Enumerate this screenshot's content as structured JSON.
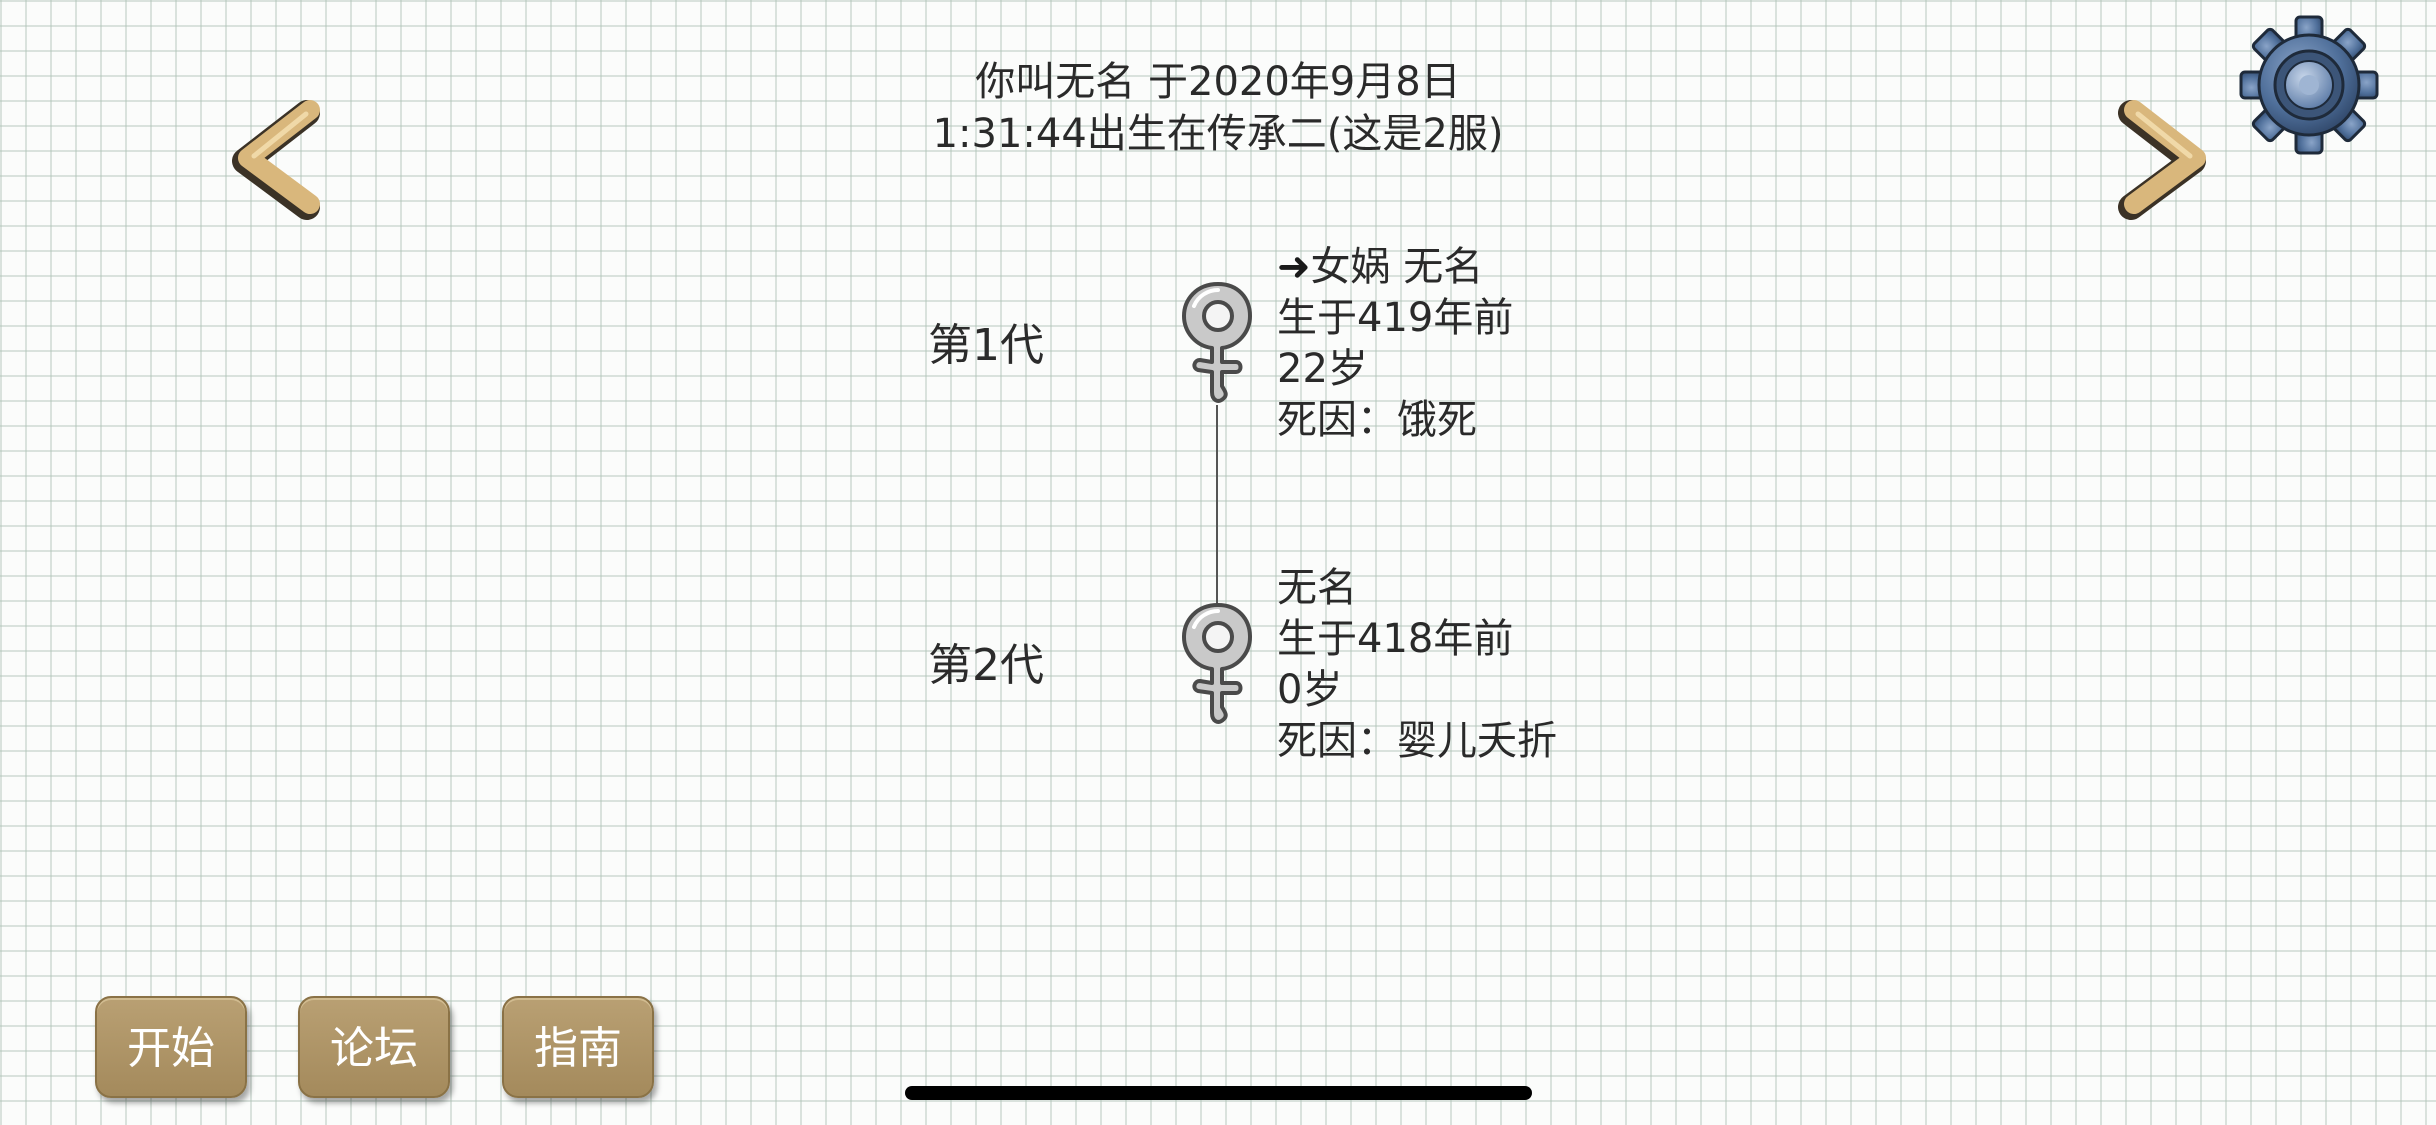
{
  "header": {
    "line1": "你叫无名 于2020年9月8日",
    "line2": "1:31:44出生在传承二(这是2服)"
  },
  "icons": {
    "prev": "chevron-left-icon",
    "next": "chevron-right-icon",
    "settings": "gear-icon",
    "gender": "female-icon"
  },
  "generations": [
    {
      "label": "第1代",
      "arrow": "➜",
      "name": "女娲 无名",
      "born": "生于419年前",
      "age": "22岁",
      "death": "死因：饿死"
    },
    {
      "label": "第2代",
      "name": "无名",
      "born": "生于418年前",
      "age": "0岁",
      "death": "死因：婴儿夭折"
    }
  ],
  "buttons": {
    "start": "开始",
    "forum": "论坛",
    "guide": "指南"
  },
  "colors": {
    "button": "#a88e60",
    "arrow": "#d9b77c",
    "gear": "#4f6f9a",
    "grid": "#b0c4b8"
  }
}
